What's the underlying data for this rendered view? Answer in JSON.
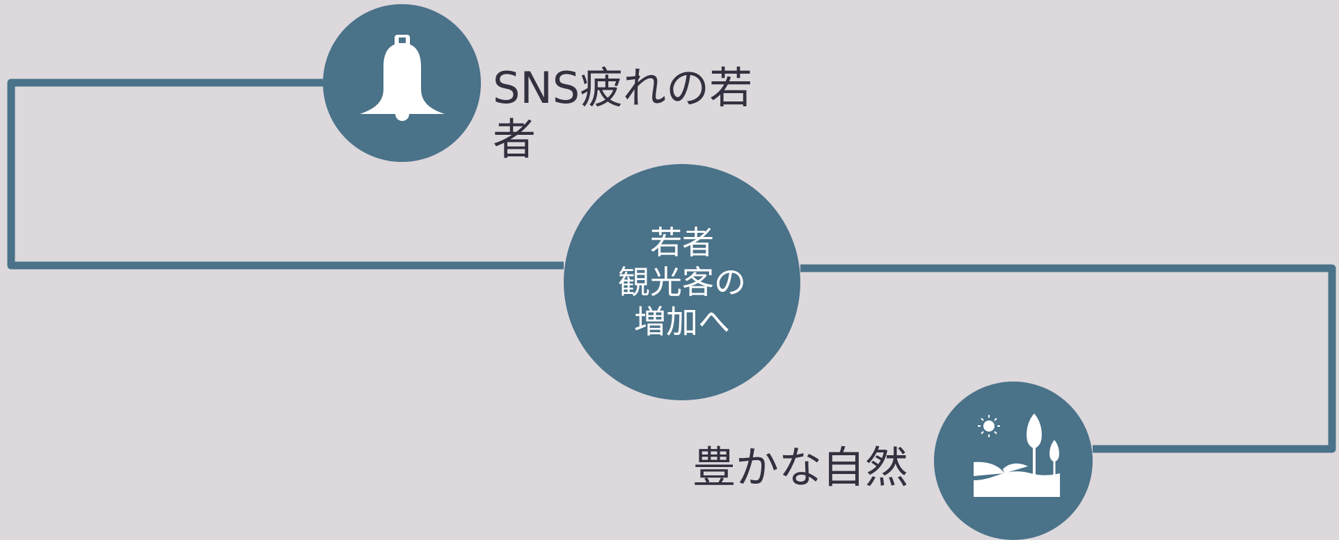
{
  "colors": {
    "background": "#dcd8dc",
    "accent": "#4a7289",
    "text_dark": "#33303f",
    "text_light": "#ffffff"
  },
  "nodes": {
    "top": {
      "icon": "bell-icon",
      "label": "SNS疲れの若者"
    },
    "center": {
      "lines": [
        "若者",
        "観光客の",
        "増加へ"
      ]
    },
    "bottom": {
      "icon": "nature-landscape-icon",
      "label": "豊かな自然"
    }
  }
}
